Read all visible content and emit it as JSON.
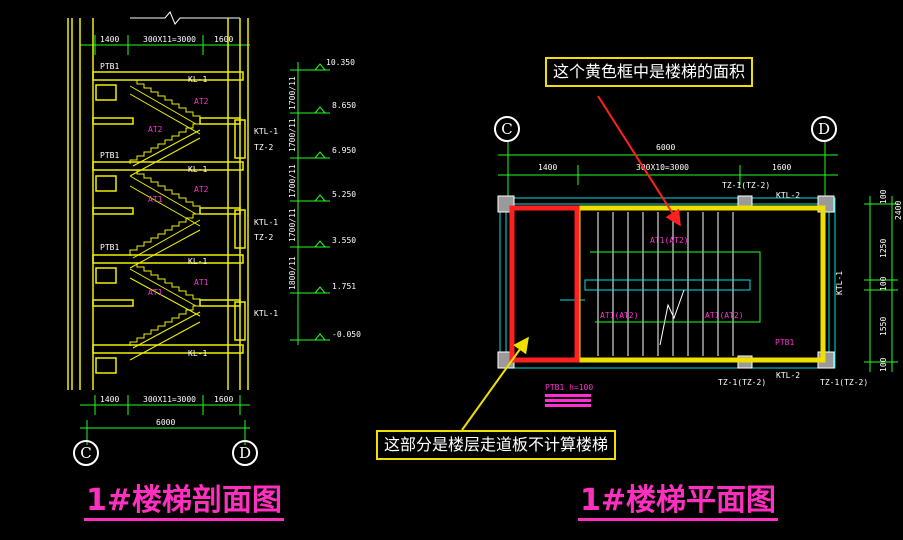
{
  "section": {
    "title": "1#楼梯剖面图",
    "axis_left": "C",
    "axis_right": "D",
    "dims_top": [
      "1400",
      "300X11=3000",
      "1600"
    ],
    "dims_bottom": [
      "1400",
      "300X11=3000",
      "1600"
    ],
    "dim_total": "6000",
    "elevations": [
      "10.350",
      "8.650",
      "6.950",
      "5.250",
      "3.550",
      "1.751",
      "-0.050"
    ],
    "level_heights": [
      "1700/11",
      "1700/11",
      "1700/11",
      "1700/11",
      "1800/11"
    ],
    "kl_label": "KL-1",
    "ptb_label": "PTB1",
    "ktl_labels": [
      "KTL-1",
      "TZ-2"
    ],
    "at_labels": [
      "AT2",
      "AT1"
    ]
  },
  "plan": {
    "title": "1#楼梯平面图",
    "axis_left": "C",
    "axis_right": "D",
    "dim_total": "6000",
    "dims": [
      "1400",
      "300X10=3000",
      "1600"
    ],
    "right_dims": [
      "100",
      "1250",
      "100",
      "1550",
      "100"
    ],
    "right_total": "2400",
    "labels": {
      "tz_top": "TZ-1(TZ-2)",
      "ktl_top": "KTL-2",
      "tz_bottom_left": "TZ-1(TZ-2)",
      "ktl_bottom": "KTL-2",
      "tz_bottom_right": "TZ-1(TZ-2)",
      "at_upper": "AT1(AT2)",
      "at_left": "AT1(AT2)",
      "at_right": "AT1(AT2)",
      "ptb": "PTB1",
      "ktl_side": "KTL-1",
      "ptb_note": "PTB1 h=100"
    }
  },
  "callouts": {
    "top": "这个黄色框中是楼梯的面积",
    "bottom": "这部分是楼层走道板不计算楼梯"
  },
  "colors": {
    "background": "#000000",
    "yellow_frame": "#f0e000",
    "red_frame": "#ff2020",
    "title": "#ff2fbf",
    "dimension": "#22ff22",
    "structure": "#f0f000",
    "cyan": "#00e0e0"
  }
}
